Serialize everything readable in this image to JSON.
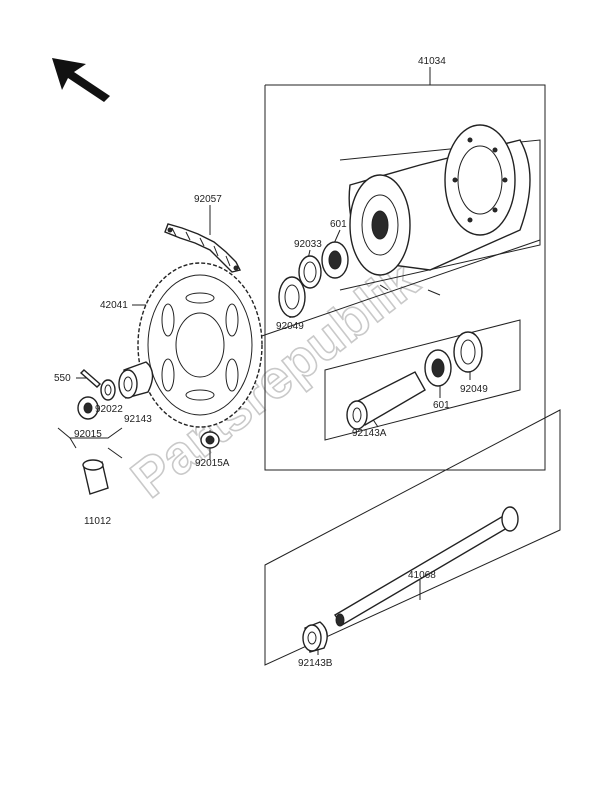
{
  "watermark": "Partsrepublik",
  "labels": {
    "p41034": "41034",
    "p92057": "92057",
    "p601_top": "601",
    "p92033": "92033",
    "p42041": "42041",
    "p92049_top": "92049",
    "p550": "550",
    "p92022": "92022",
    "p92143": "92143",
    "p92015": "92015",
    "p92015A": "92015A",
    "p92143A": "92143A",
    "p601_bottom": "601",
    "p92049_bottom": "92049",
    "p11012": "11012",
    "p41068": "41068",
    "p92143B": "92143B"
  },
  "icons": {
    "direction": "arrow-up-left-icon"
  }
}
